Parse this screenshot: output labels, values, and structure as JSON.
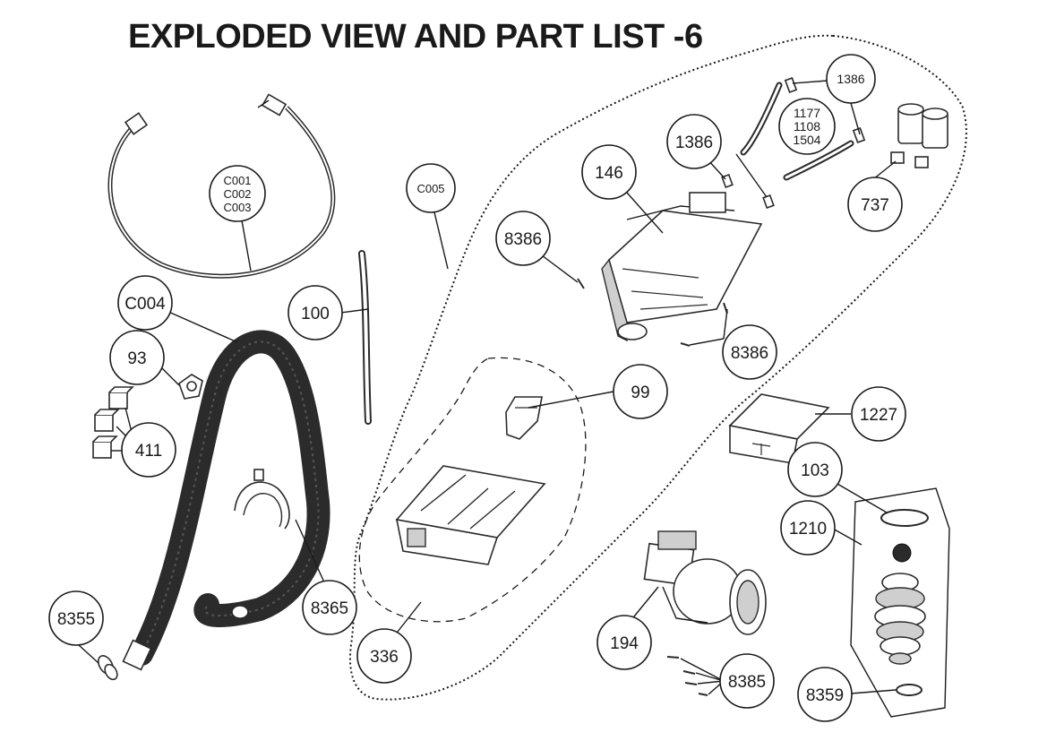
{
  "title": "EXPLODED VIEW AND PART LIST -6",
  "callouts": {
    "c_cable": [
      "C001",
      "C002",
      "C003"
    ],
    "c005": "C005",
    "c004": "C004",
    "p93": "93",
    "p411": "411",
    "p100": "100",
    "p8355": "8355",
    "p8365": "8365",
    "p336": "336",
    "p99": "99",
    "p8386a": "8386",
    "p8386b": "8386",
    "p146": "146",
    "p1386a": "1386",
    "p1386b": "1386",
    "p_hose": [
      "1177",
      "1108",
      "1504"
    ],
    "p737": "737",
    "p1227": "1227",
    "p103": "103",
    "p1210": "1210",
    "p194": "194",
    "p8385": "8385",
    "p8359": "8359"
  }
}
